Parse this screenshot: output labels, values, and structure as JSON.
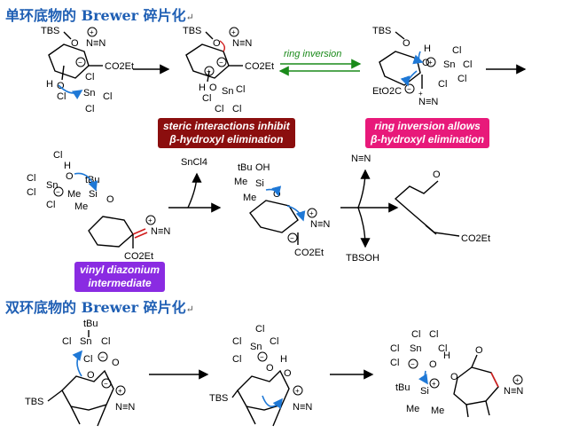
{
  "titles": {
    "monocyclic": "单环底物的 Brewer 碎片化",
    "bicyclic": "双环底物的 Brewer 碎片化",
    "mark": "↵"
  },
  "badges": {
    "steric": {
      "line1": "steric interactions inhibit",
      "line2": "β-hydroxyl elimination",
      "color": "#8b0e0e"
    },
    "ring_inversion_allows": {
      "line1": "ring inversion allows",
      "line2": "β-hydroxyl elimination",
      "color": "#e8197a"
    },
    "vinyl_diazonium": {
      "line1": "vinyl diazonium",
      "line2": "intermediate",
      "color": "#8a2be2"
    }
  },
  "arrow_labels": {
    "ring_inversion": "ring inversion",
    "sncl4": "SnCl4",
    "tbsoh": "TBSOH",
    "n2": "N≡N"
  },
  "atoms": {
    "tbs": "TBS",
    "o": "O",
    "h": "H",
    "n_triple_n": "N≡N",
    "co2et": "CO2Et",
    "eto2c": "EtO2C",
    "sn": "Sn",
    "cl": "Cl",
    "si": "Si",
    "me": "Me",
    "tbu": "tBu",
    "oh": "OH",
    "plus": "+",
    "minus": "−"
  },
  "colors": {
    "title": "#1f5fb4",
    "electron_arrow": "#1e78d6",
    "equilibrium": "#1a8a1a",
    "bond_highlight": "#d01c1c"
  }
}
